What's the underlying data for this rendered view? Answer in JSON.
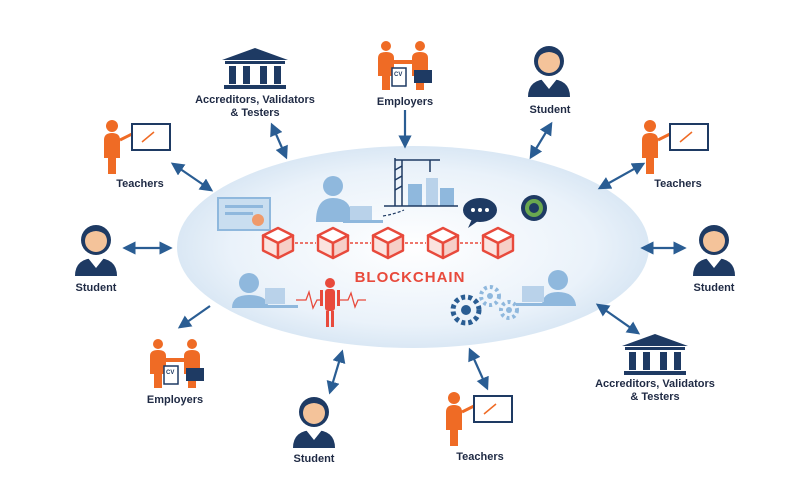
{
  "colors": {
    "navy": "#1e3a63",
    "orange": "#ef6b25",
    "light_blue": "#8fb8dd",
    "oval": "#e6f0f9",
    "chain_red": "#e84a3c",
    "arrow": "#2a5d93"
  },
  "center": {
    "title": "BLOCKCHAIN",
    "block_count": 5,
    "icons": [
      "certificate-icon",
      "person-laptop-icon",
      "factory-icon",
      "chat-bubble-icon",
      "seal-badge-icon",
      "health-body-icon",
      "gears-icon"
    ]
  },
  "nodes": {
    "accreditors_top": {
      "label_1": "Accreditors, Validators",
      "label_2": "& Testers",
      "icon": "institution-icon"
    },
    "employers_top": {
      "label": "Employers",
      "icon": "handshake-cv-icon"
    },
    "student_top": {
      "label": "Student",
      "icon": "student-icon"
    },
    "teachers_left": {
      "label": "Teachers",
      "icon": "teacher-board-icon"
    },
    "teachers_right": {
      "label": "Teachers",
      "icon": "teacher-board-icon"
    },
    "student_left": {
      "label": "Student",
      "icon": "student-icon"
    },
    "student_right": {
      "label": "Student",
      "icon": "student-icon"
    },
    "employers_bottom": {
      "label": "Employers",
      "icon": "handshake-cv-icon"
    },
    "accreditors_bottom": {
      "label_1": "Accreditors, Validators",
      "label_2": "& Testers",
      "icon": "institution-icon"
    },
    "student_bottom": {
      "label": "Student",
      "icon": "student-icon"
    },
    "teachers_bottom": {
      "label": "Teachers",
      "icon": "teacher-board-icon"
    }
  }
}
